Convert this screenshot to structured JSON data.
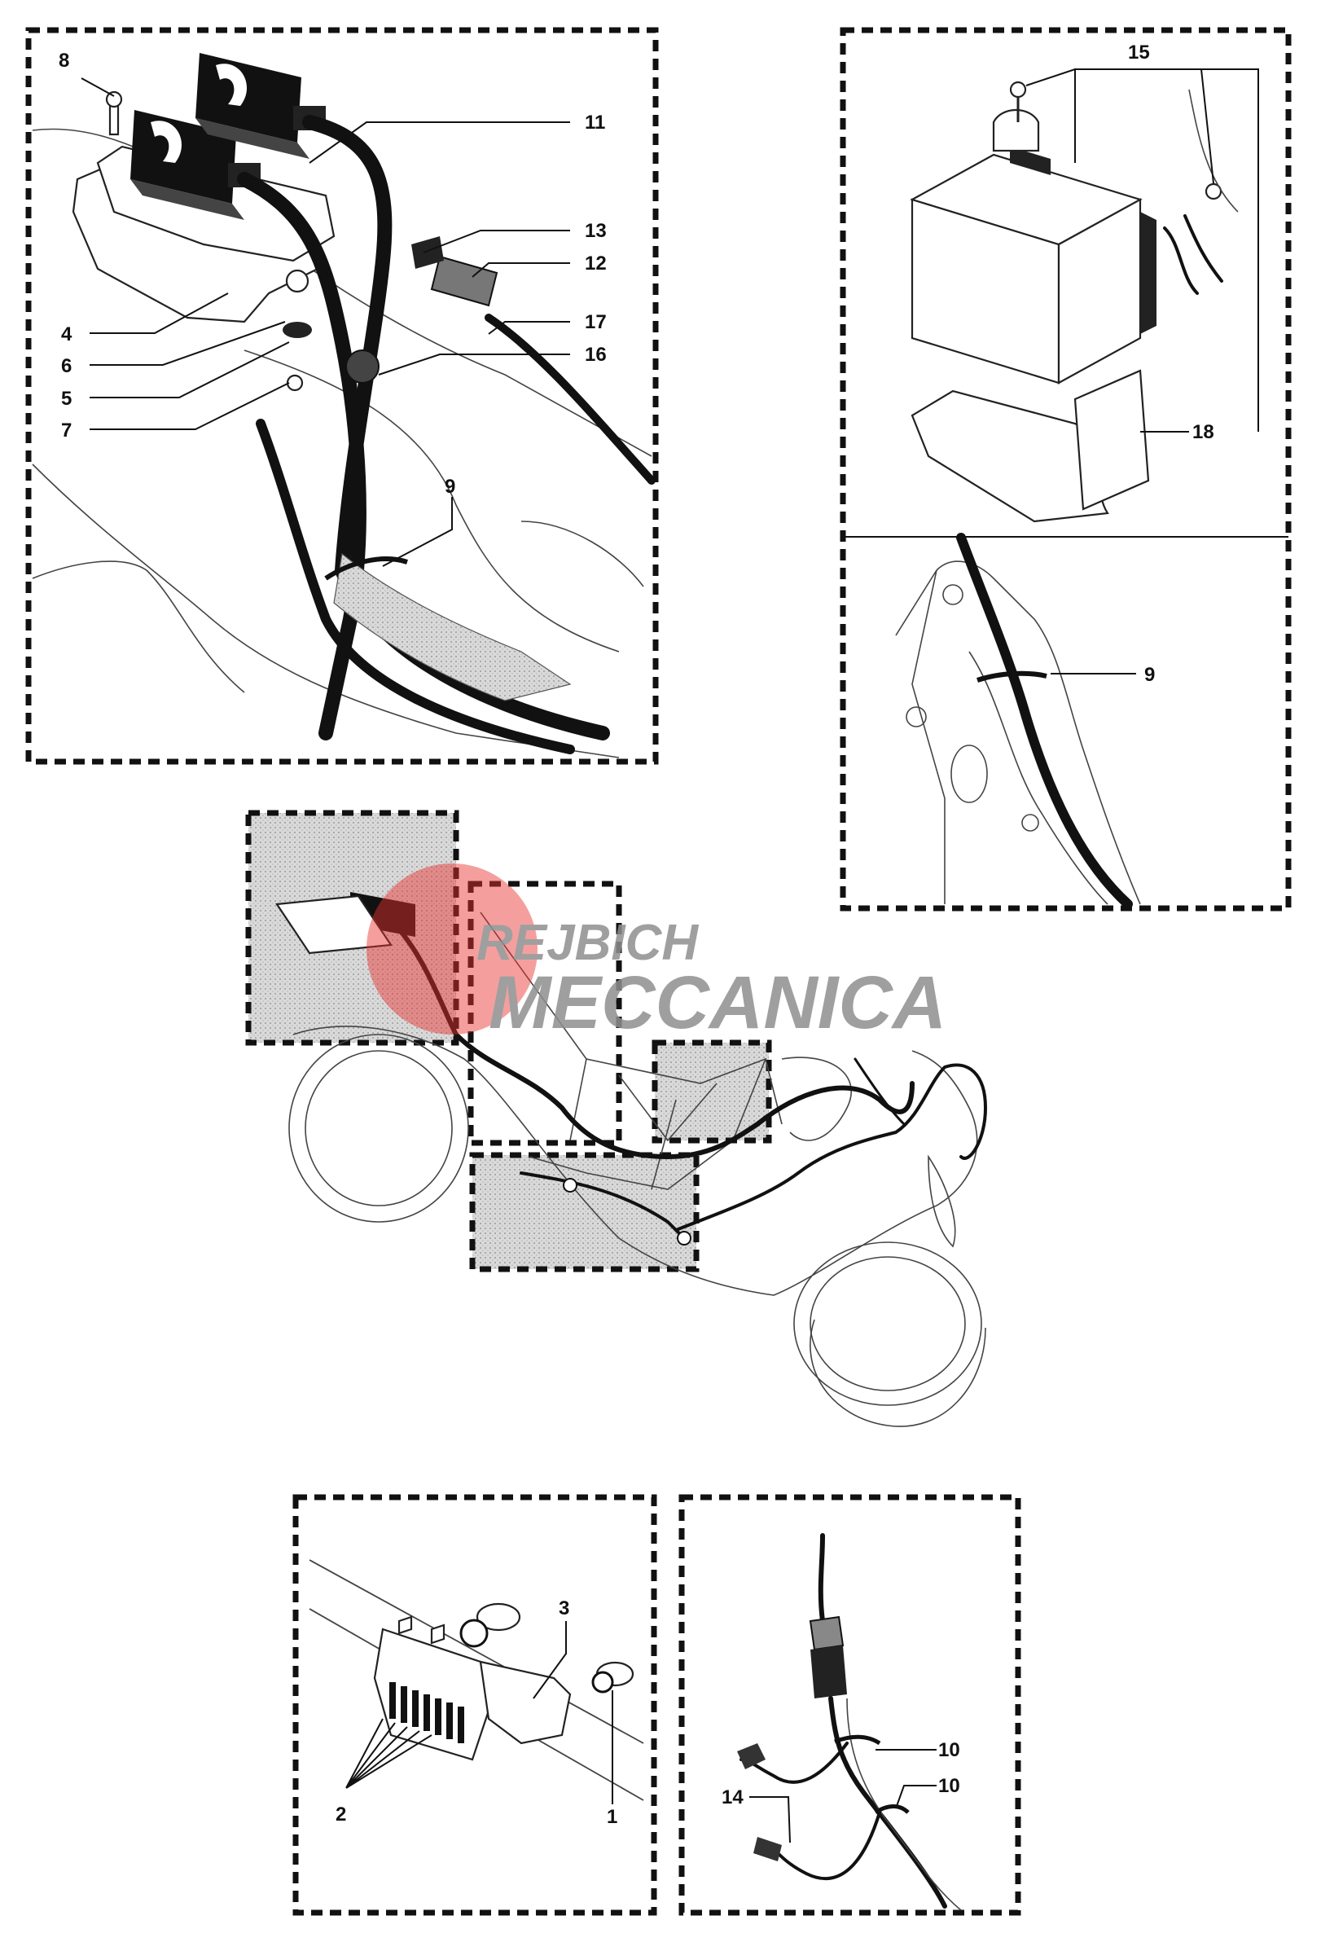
{
  "watermark": {
    "line1": "REJBICH",
    "line2": "MECCANICA",
    "logo_color": "#e8322f",
    "text_color": "#8f8f8f"
  },
  "callouts": {
    "c1": "1",
    "c2": "2",
    "c3": "3",
    "c4": "4",
    "c5": "5",
    "c6": "6",
    "c7": "7",
    "c8": "8",
    "c9a": "9",
    "c9b": "9",
    "c10a": "10",
    "c10b": "10",
    "c11": "11",
    "c12": "12",
    "c13": "13",
    "c14": "14",
    "c15": "15",
    "c16": "16",
    "c17": "17",
    "c18": "18"
  },
  "icons": [
    "regulator-unit",
    "battery",
    "cable-tie",
    "connector",
    "motorcycle-frame"
  ]
}
